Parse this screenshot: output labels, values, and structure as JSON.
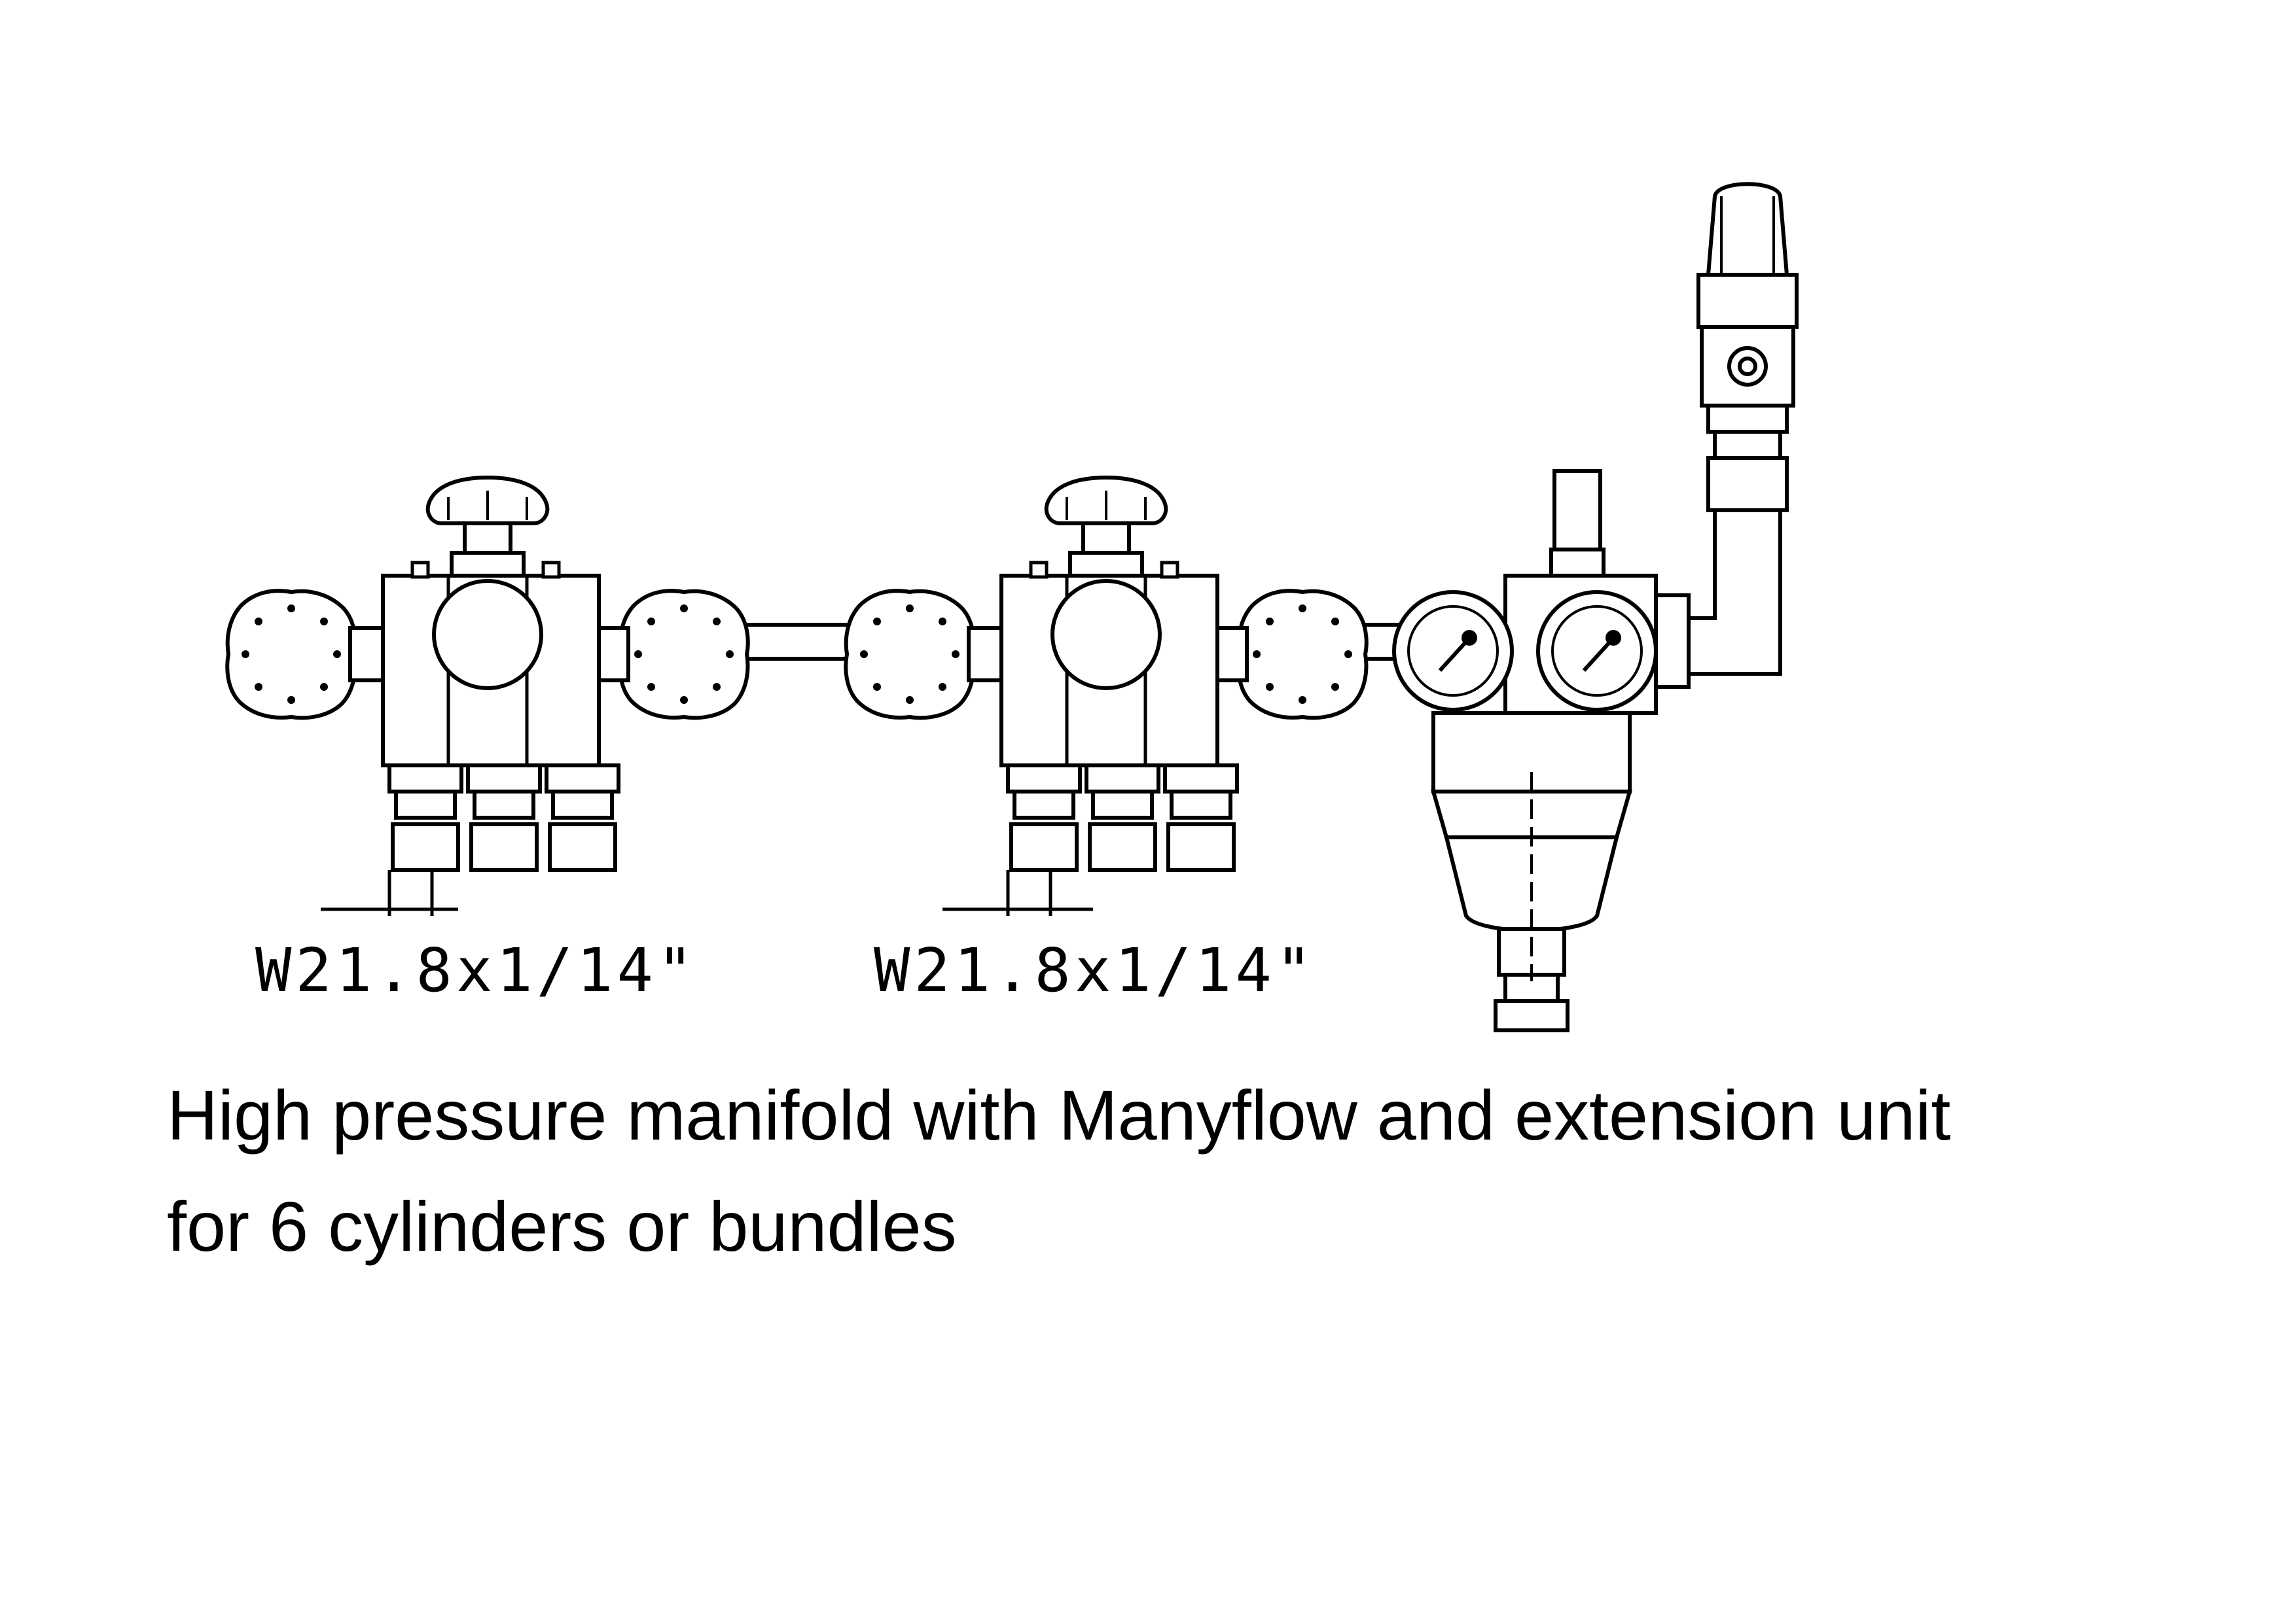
{
  "diagram": {
    "labels": {
      "thread_left": "W21.8x1/14\"",
      "thread_right": "W21.8x1/14\""
    },
    "caption": {
      "line1": "High pressure manifold with Manyflow and extension unit",
      "line2": "for 6 cylinders or bundles"
    }
  }
}
